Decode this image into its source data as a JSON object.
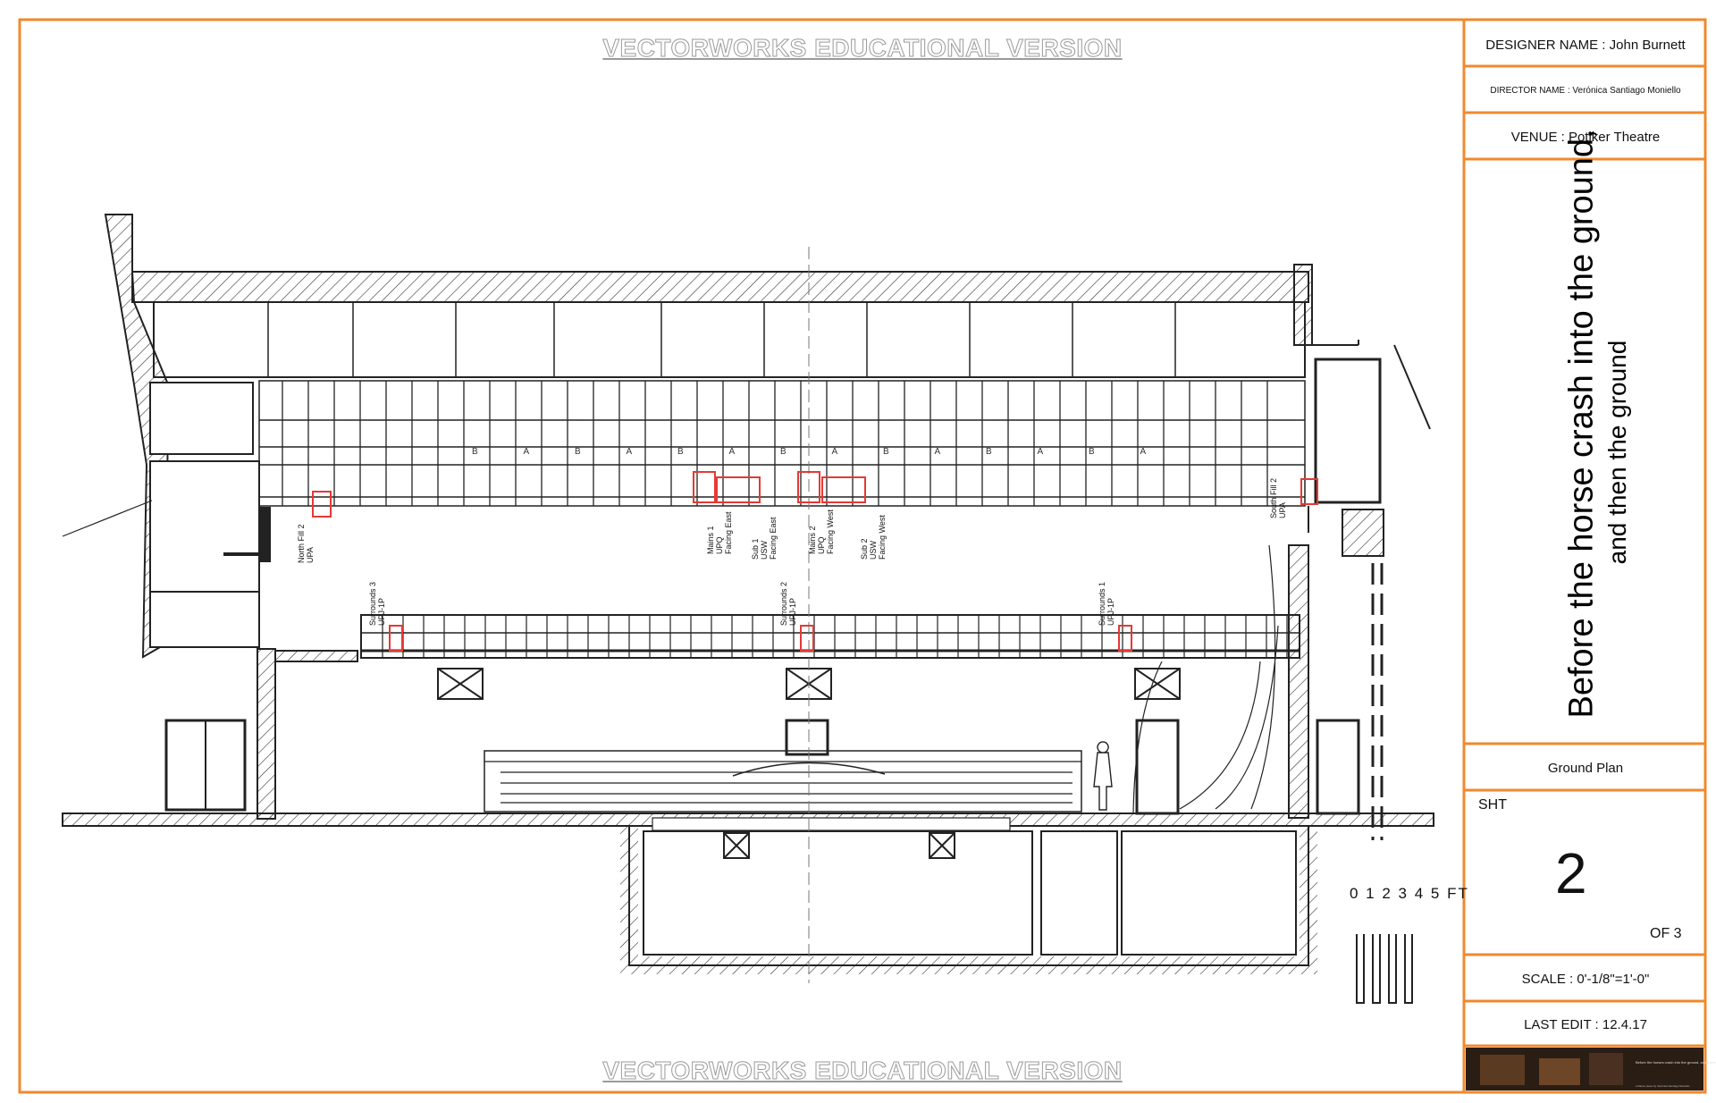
{
  "watermark": "VECTORWORKS EDUCATIONAL VERSION",
  "title_block": {
    "designer": "DESIGNER NAME : John Burnett",
    "director": "DIRECTOR NAME : Verónica Santiago Moniello",
    "venue": "VENUE : Potiker Theatre",
    "show_title_line1": "Before the horse crash into the ground,",
    "show_title_line2": "and then the ground",
    "plate": "Ground Plan",
    "sheet_label": "SHT",
    "sheet_number": "2",
    "sheet_of": "OF 3",
    "scale": "SCALE : 0'-1/8\"=1'-0\"",
    "last_edit": "LAST EDIT : 12.4.17",
    "thumb_caption": "Before the horses crash into the ground, and then the ground",
    "thumb_credit": "a Dance piece by Verónica Santiago Moniello"
  },
  "scale_bar": "0 1 2 3 4 5 FT",
  "speakers": {
    "north_fill": [
      "North Fill 2",
      "UPA"
    ],
    "south_fill": [
      "South Fill 2",
      "UPA"
    ],
    "mains1": [
      "Mains 1",
      "UPQ",
      "Facing East"
    ],
    "sub1": [
      "Sub 1",
      "USW",
      "Facing East"
    ],
    "mains2": [
      "Mains 2",
      "UPQ",
      "Facing West"
    ],
    "sub2": [
      "Sub 2",
      "USW",
      "Facing West"
    ],
    "surround3": [
      "Surrounds 3",
      "UPJ-1P"
    ],
    "surround2": [
      "Surrounds 2",
      "UPJ-1P"
    ],
    "surround1": [
      "Surrounds 1",
      "UPJ-1P"
    ]
  },
  "pipe_labels": [
    "B",
    "A",
    "B",
    "A",
    "B",
    "A",
    "B",
    "A",
    "B",
    "A",
    "B",
    "A",
    "B",
    "A"
  ],
  "colors": {
    "frame": "#f0892e",
    "speaker": "#e53935",
    "line": "#222222"
  }
}
